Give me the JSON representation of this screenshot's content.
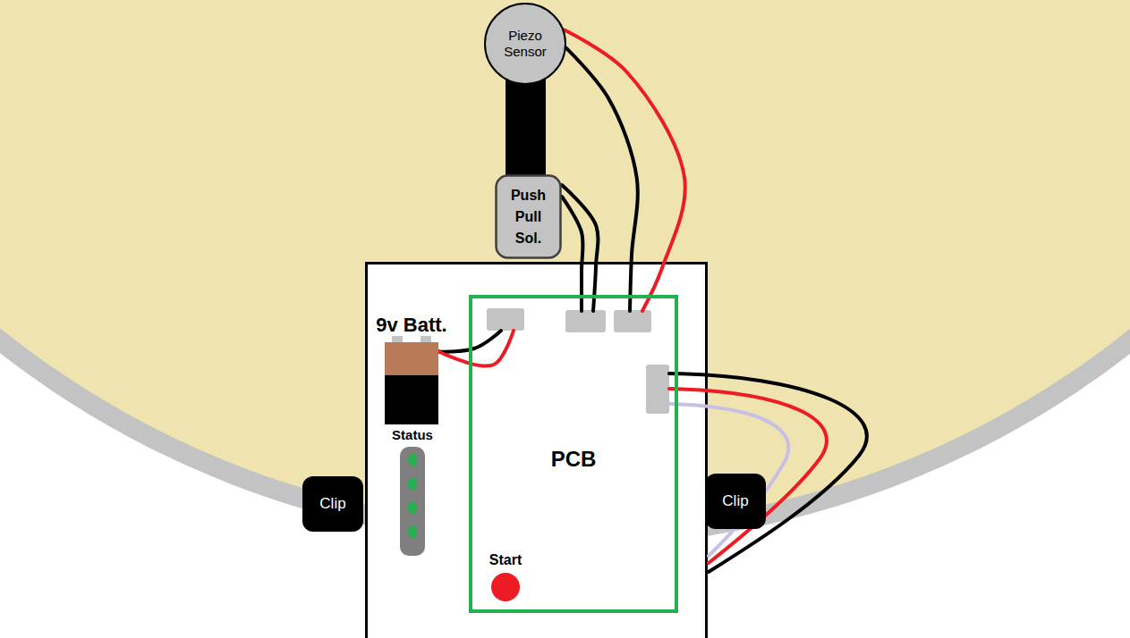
{
  "diagram": {
    "nodes": [
      {
        "text": [
          "Piezo Sensor"
        ]
      },
      {
        "text": [
          "Push Pull Sol."
        ]
      },
      {
        "text": [
          "9v Batt."
        ]
      },
      {
        "text": [
          "PCB"
        ]
      },
      {
        "text": [
          "Status"
        ]
      },
      {
        "text": [
          "Clip"
        ]
      },
      {
        "text": [
          "Clip"
        ]
      },
      {
        "text": [
          "Start"
        ],
        "in": 3
      }
    ],
    "edges": [
      {
        "from": 0,
        "to": 3,
        "arrow": "none"
      },
      {
        "from": 1,
        "to": 3,
        "arrow": "none"
      },
      {
        "from": 2,
        "to": 3,
        "arrow": "none"
      }
    ]
  }
}
